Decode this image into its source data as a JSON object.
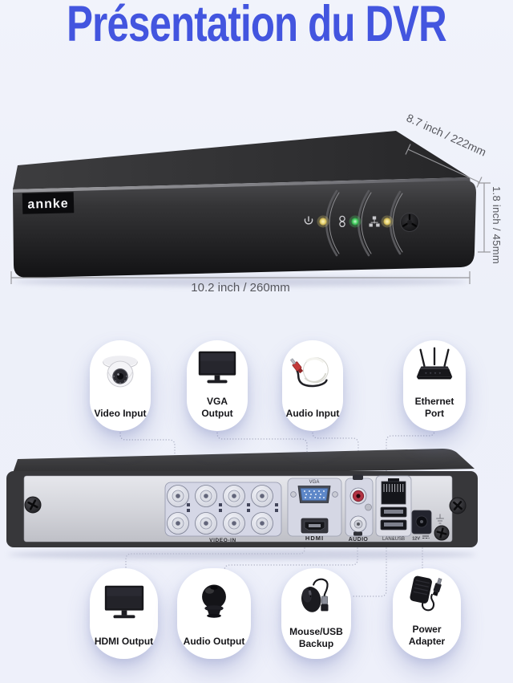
{
  "title": {
    "text": "Présentation du DVR",
    "accent_color": "#4355df"
  },
  "front_view": {
    "brand": "annke",
    "dim_depth": "8.7 inch / 222mm",
    "dim_height": "1.8 inch / 45mm",
    "dim_width": "10.2 inch / 260mm",
    "led_colors": {
      "power": "#e6d478",
      "hdd": "#4ed168",
      "network": "#e6d478"
    }
  },
  "rear_view": {
    "labels": {
      "video_in": "VIDEO-IN",
      "vga": "VGA",
      "hdmi": "HDMI",
      "audio": "AUDIO",
      "lan_usb": "LAN&USB",
      "power": "12V"
    }
  },
  "callouts_top": [
    {
      "label": "Video Input",
      "icon": "dome-camera-icon"
    },
    {
      "label": "VGA Output",
      "icon": "vga-monitor-icon"
    },
    {
      "label": "Audio Input",
      "icon": "audio-dome-rca-icon"
    },
    {
      "label": "Ethernet Port",
      "icon": "wifi-router-icon"
    }
  ],
  "callouts_bottom": [
    {
      "label": "HDMI Output",
      "icon": "hdmi-monitor-icon"
    },
    {
      "label": "Audio Output",
      "icon": "speaker-icon"
    },
    {
      "label": "Mouse/USB Backup",
      "icon": "usb-mouse-icon"
    },
    {
      "label": "Power Adapter",
      "icon": "power-adapter-icon"
    }
  ]
}
